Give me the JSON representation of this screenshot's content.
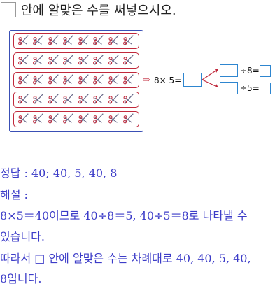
{
  "question": {
    "text": "안에 알맞은 수를 써넣으시오."
  },
  "figure": {
    "rows": 5,
    "items_per_row": 8,
    "item_icon": "scissors-icon",
    "arrow_icon": "hollow-right-arrow-icon",
    "expression": "8× 5=",
    "div8": "÷8=",
    "div5": "÷5=",
    "colors": {
      "frame": "#3a4fb5",
      "row_border": "#c0283b",
      "blank_border": "#2e86d0",
      "answer_text": "#3c3cc8"
    }
  },
  "answer": {
    "line1": "정답 :  40;  40,  5,  40,  8",
    "line2": "해설 :",
    "line3": "8×5＝40이므로 40÷8＝5,  40÷5＝8로 나타낼 수",
    "line4": "있습니다.",
    "line5": "따라서 □ 안에 알맞은 수는 차례대로 40,  40,  5,  40,",
    "line6": "8입니다."
  }
}
